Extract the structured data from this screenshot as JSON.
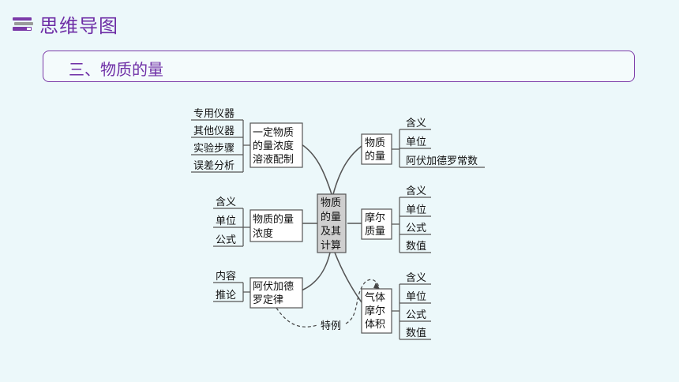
{
  "header": {
    "title": "思维导图"
  },
  "section": {
    "title": "三、物质的量"
  },
  "colors": {
    "accent": "#6e2ea6",
    "branch": "#555555",
    "center_fill": "#cfcfcf"
  },
  "center": {
    "lines": [
      "物质",
      "的量",
      "及其",
      "计算"
    ]
  },
  "left_branches": [
    {
      "id": "solution",
      "lines": [
        "一定物质",
        "的量浓度",
        "溶液配制"
      ],
      "leaves": [
        "专用仪器",
        "其他仪器",
        "实验步骤",
        "误差分析"
      ]
    },
    {
      "id": "concentration",
      "lines": [
        "物质的量",
        "浓度"
      ],
      "leaves": [
        "含义",
        "单位",
        "公式"
      ]
    },
    {
      "id": "avogadro-law",
      "lines": [
        "阿伏加德",
        "罗定律"
      ],
      "leaves": [
        "内容",
        "推论"
      ]
    }
  ],
  "right_branches": [
    {
      "id": "amount",
      "lines": [
        "物质",
        "的量"
      ],
      "leaves": [
        "含义",
        "单位",
        "阿伏加德罗常数"
      ]
    },
    {
      "id": "molar-mass",
      "lines": [
        "摩尔",
        "质量"
      ],
      "leaves": [
        "含义",
        "单位",
        "公式",
        "数值"
      ]
    },
    {
      "id": "molar-volume",
      "lines": [
        "气体",
        "摩尔",
        "体积"
      ],
      "leaves": [
        "含义",
        "单位",
        "公式",
        "数值"
      ]
    }
  ],
  "special_case_label": "特例"
}
